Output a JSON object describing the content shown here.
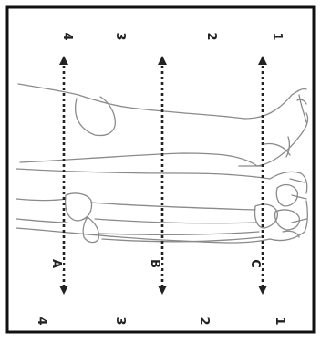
{
  "zones_top": [
    "4",
    "3",
    "2",
    "1"
  ],
  "zones_bottom": [
    "4",
    "3",
    "2",
    "1"
  ],
  "lines": [
    {
      "label": "A"
    },
    {
      "label": "B"
    },
    {
      "label": "C"
    }
  ],
  "colors": {
    "border": "#111111",
    "ink": "#222222",
    "sketch": "#8a8a8a",
    "background": "#ffffff"
  }
}
